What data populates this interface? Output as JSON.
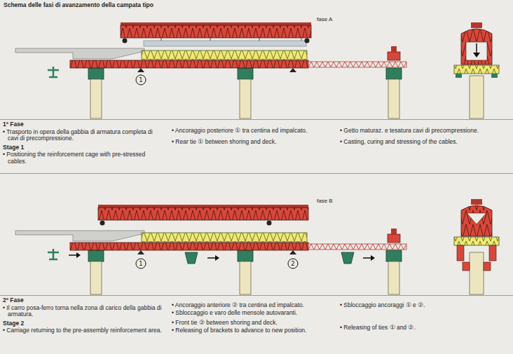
{
  "diagram": {
    "title": "Schema delle fasi di avanzamento della campata tipo",
    "nodes": [
      {
        "text": [
          "1"
        ]
      },
      {
        "text": [
          "1"
        ]
      },
      {
        "text": [
          "2"
        ]
      }
    ],
    "labels": [
      "fase A",
      "1ª Fase",
      "• Trasporto in opera della gabbia di armatura completa di cavi di precompressione.",
      "Stage 1",
      "• Positioning the reinforcement cage with pre-stressed cables.",
      "• Ancoraggio posteriore ① tra centina ed impalcato.",
      "• Rear tie ① between shoring and deck.",
      "• Getto maturaz. e tesatura cavi di precompressione.",
      "• Casting, curing and stressing of the cables.",
      "fase B",
      "2ª Fase",
      "• Il carro posa-ferro torna nella zona di carico della gabbia di armatura.",
      "Stage 2",
      "• Carriage returning to the pre-assembly reinforcement area.",
      "• Ancoraggio anteriore ② tra centina ed impalcato.",
      "• Sbloccaggio e varo delle mensole autovaranti.",
      "• Front tie ② between shoring and deck.",
      "• Releasing of brackets to advance to new position.",
      "• Sbloccaggio ancoraggi ① e ②.",
      "• Releasing of ties ① and ②."
    ]
  }
}
